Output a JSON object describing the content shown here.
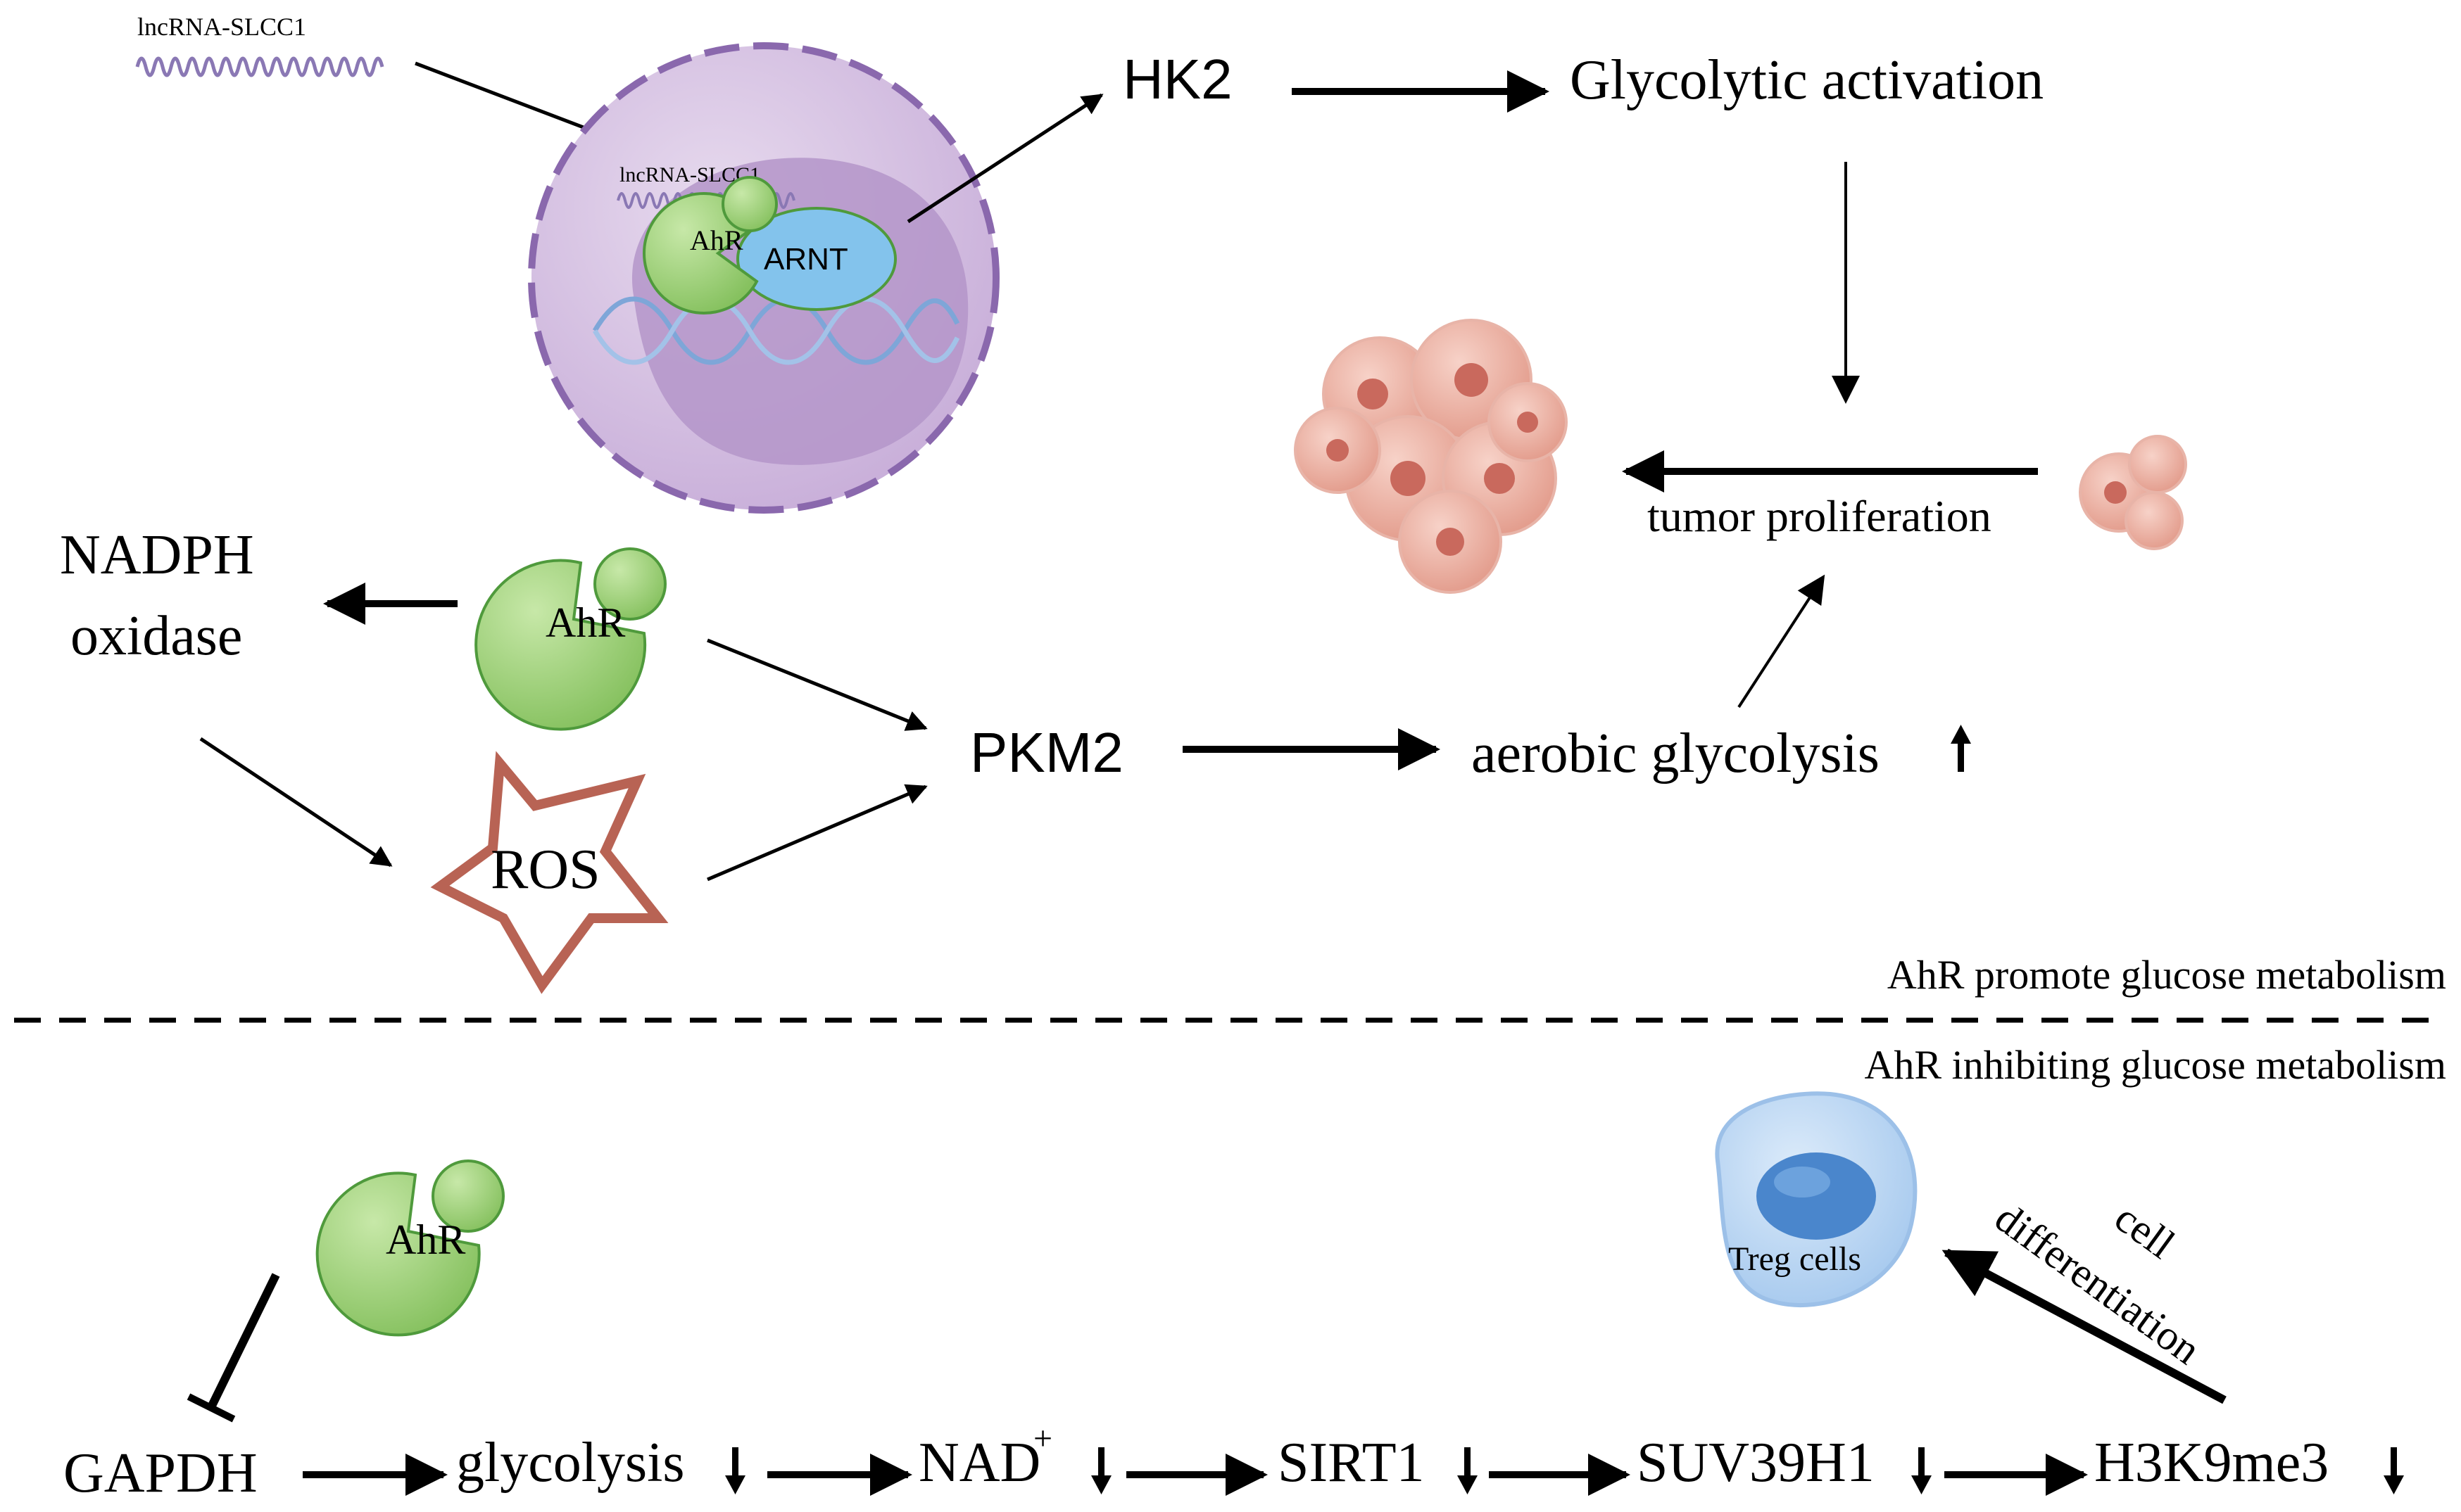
{
  "colors": {
    "ink": "#000000",
    "cell_outer": "#d9c7e2",
    "cell_dash": "#8a68ad",
    "nucleus": "#b495c9",
    "protein_green": "#a5d17f",
    "protein_stroke": "#4f9a3c",
    "arnt_blue": "#83c3ec",
    "ros_star": "#b86354",
    "tumor_pink": "#e8a394",
    "tumor_core": "#c9695d",
    "treg_blue": "#b8d6f2",
    "treg_nucleus": "#4a86cc",
    "rna_wave": "#8a78b4"
  },
  "top": {
    "lncrna_free_label": "lncRNA-SLCC1",
    "lncrna_bound_label": "lncRNA-SLCC1",
    "ahr_nuclear_label": "AhR",
    "arnt_label": "ARNT",
    "hk2_label": "HK2",
    "glycolytic_activation_label": "Glycolytic activation",
    "tumor_proliferation_label": "tumor proliferation",
    "nadph_label_line1": "NADPH",
    "nadph_label_line2": "oxidase",
    "ahr_middle_label": "AhR",
    "pkm2_label": "PKM2",
    "aerobic_glycolysis_label": "aerobic glycolysis",
    "ros_label": "ROS",
    "section_label": "AhR promote glucose metabolism"
  },
  "bottom": {
    "section_label": "AhR inhibiting glucose metabolism",
    "ahr_label": "AhR",
    "treg_label": "Treg cells",
    "cell_diff_line1": "cell",
    "cell_diff_line2": "differentiation",
    "gapdh_label": "GAPDH",
    "glycolysis_label": "glycolysis",
    "nad_label": "NAD",
    "nad_superscript": "+",
    "sirt1_label": "SIRT1",
    "suv_label": "SUV39H1",
    "h3k9_label": "H3K9me3"
  },
  "icons": {
    "up_arrow": "up-arrow-icon",
    "down_arrow": "down-arrow-icon"
  }
}
